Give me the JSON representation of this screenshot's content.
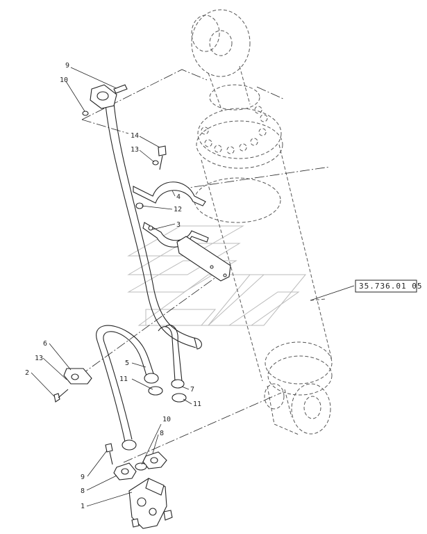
{
  "callouts": {
    "c1": "1",
    "c2": "2",
    "c3": "3",
    "c4": "4",
    "c5": "5",
    "c6": "6",
    "c7": "7",
    "c8a": "8",
    "c8b": "8",
    "c9a": "9",
    "c9b": "9",
    "c10a": "10",
    "c10b": "10",
    "c11a": "11",
    "c11b": "11",
    "c12": "12",
    "c13a": "13",
    "c13b": "13",
    "c14": "14"
  },
  "reference_box": {
    "text": "35.736.01 05"
  }
}
